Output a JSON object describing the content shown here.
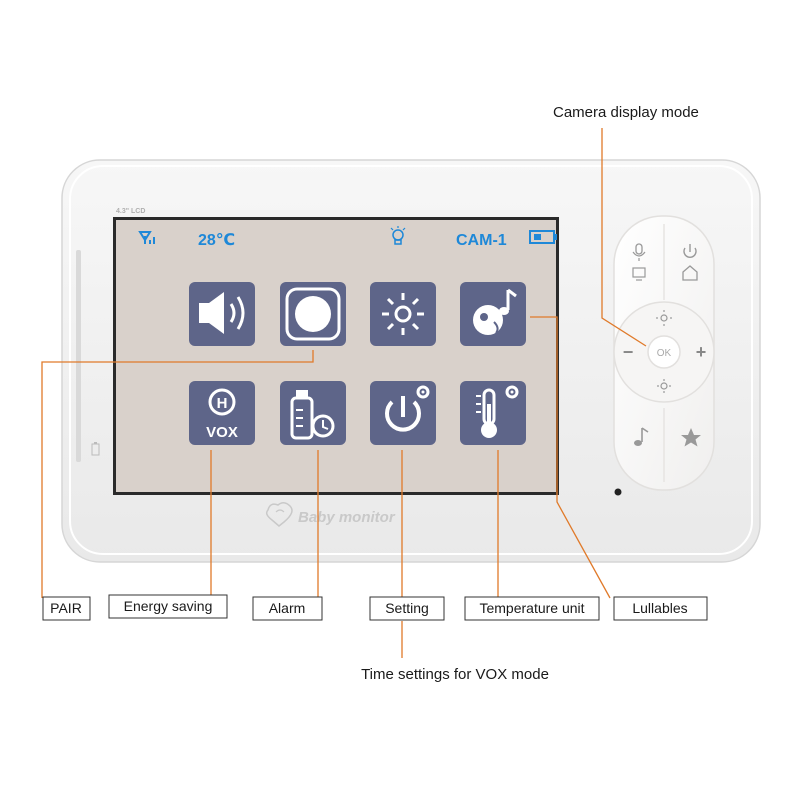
{
  "device": {
    "screen_size_label": "4.3\" LCD",
    "brand_label": "Baby monitor",
    "status_bar": {
      "temperature": "28℃",
      "camera": "CAM-1"
    },
    "menu_icons": [
      {
        "name": "volume-icon",
        "row": 0,
        "col": 0
      },
      {
        "name": "pair-icon",
        "row": 0,
        "col": 1
      },
      {
        "name": "brightness-icon",
        "row": 0,
        "col": 2
      },
      {
        "name": "lullaby-icon",
        "row": 0,
        "col": 3
      },
      {
        "name": "vox-icon",
        "row": 1,
        "col": 0,
        "text_top": "H",
        "text_bottom": "VOX"
      },
      {
        "name": "alarm-icon",
        "row": 1,
        "col": 1
      },
      {
        "name": "setting-icon",
        "row": 1,
        "col": 2
      },
      {
        "name": "temperature-unit-icon",
        "row": 1,
        "col": 3
      }
    ],
    "keypad": {
      "ok_label": "OK",
      "minus_label": "−",
      "plus_label": "+"
    }
  },
  "callouts": {
    "camera_display_mode": "Camera display mode",
    "pair": "PAIR",
    "energy_saving": "Energy saving",
    "alarm": "Alarm",
    "setting": "Setting",
    "temperature_unit": "Temperature unit",
    "lullabies": "Lullables",
    "vox_time": "Time settings for VOX mode"
  },
  "colors": {
    "accent_orange": "#e07a2a",
    "lcd_blue": "#1e88d8",
    "icon_tile": "#5e6589",
    "screen_bg": "#d9d1cb"
  }
}
